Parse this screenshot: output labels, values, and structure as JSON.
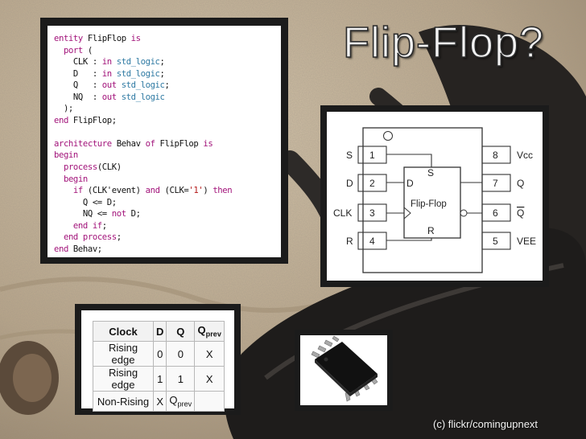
{
  "slide": {
    "title": "Flip-Flop?",
    "credit": "(c) flickr/comingupnext"
  },
  "code": {
    "lines": [
      [
        {
          "t": "entity ",
          "c": "kw"
        },
        {
          "t": "FlipFlop "
        },
        {
          "t": "is",
          "c": "kw"
        }
      ],
      [
        {
          "t": "  "
        },
        {
          "t": "port",
          "c": "kw"
        },
        {
          "t": " ("
        }
      ],
      [
        {
          "t": "    CLK : "
        },
        {
          "t": "in",
          "c": "kw"
        },
        {
          "t": " "
        },
        {
          "t": "std_logic",
          "c": "ty"
        },
        {
          "t": ";"
        }
      ],
      [
        {
          "t": "    D   : "
        },
        {
          "t": "in",
          "c": "kw"
        },
        {
          "t": " "
        },
        {
          "t": "std_logic",
          "c": "ty"
        },
        {
          "t": ";"
        }
      ],
      [
        {
          "t": "    Q   : "
        },
        {
          "t": "out",
          "c": "kw"
        },
        {
          "t": " "
        },
        {
          "t": "std_logic",
          "c": "ty"
        },
        {
          "t": ";"
        }
      ],
      [
        {
          "t": "    NQ  : "
        },
        {
          "t": "out",
          "c": "kw"
        },
        {
          "t": " "
        },
        {
          "t": "std_logic",
          "c": "ty"
        }
      ],
      [
        {
          "t": "  );"
        }
      ],
      [
        {
          "t": "end",
          "c": "kw"
        },
        {
          "t": " FlipFlop;"
        }
      ],
      [
        {
          "t": ""
        }
      ],
      [
        {
          "t": "architecture",
          "c": "kw"
        },
        {
          "t": " Behav "
        },
        {
          "t": "of",
          "c": "kw"
        },
        {
          "t": " FlipFlop "
        },
        {
          "t": "is",
          "c": "kw"
        }
      ],
      [
        {
          "t": "begin",
          "c": "kw"
        }
      ],
      [
        {
          "t": "  "
        },
        {
          "t": "process",
          "c": "kw"
        },
        {
          "t": "(CLK)"
        }
      ],
      [
        {
          "t": "  "
        },
        {
          "t": "begin",
          "c": "kw"
        }
      ],
      [
        {
          "t": "    "
        },
        {
          "t": "if",
          "c": "kw"
        },
        {
          "t": " (CLK'event) "
        },
        {
          "t": "and",
          "c": "kw"
        },
        {
          "t": " (CLK="
        },
        {
          "t": "'1'",
          "c": "lit"
        },
        {
          "t": ") "
        },
        {
          "t": "then",
          "c": "kw"
        }
      ],
      [
        {
          "t": "      Q <= D;"
        }
      ],
      [
        {
          "t": "      NQ <= "
        },
        {
          "t": "not",
          "c": "kw"
        },
        {
          "t": " D;"
        }
      ],
      [
        {
          "t": "    "
        },
        {
          "t": "end if",
          "c": "kw"
        },
        {
          "t": ";"
        }
      ],
      [
        {
          "t": "  "
        },
        {
          "t": "end process",
          "c": "kw"
        },
        {
          "t": ";"
        }
      ],
      [
        {
          "t": "end",
          "c": "kw"
        },
        {
          "t": " Behav;"
        }
      ]
    ]
  },
  "pinout": {
    "chip_label": "Flip-Flop",
    "inner_labels": {
      "d": "D",
      "s": "S",
      "r": "R"
    },
    "left_pins": [
      {
        "label": "S",
        "num": "1"
      },
      {
        "label": "D",
        "num": "2"
      },
      {
        "label": "CLK",
        "num": "3"
      },
      {
        "label": "R",
        "num": "4"
      }
    ],
    "right_pins": [
      {
        "num": "8",
        "label": "Vcc"
      },
      {
        "num": "7",
        "label": "Q"
      },
      {
        "num": "6",
        "label": "Q"
      },
      {
        "num": "5",
        "label": "VEE"
      }
    ]
  },
  "truth_table": {
    "headers": [
      "Clock",
      "D",
      "Q",
      "Qprev"
    ],
    "rows": [
      [
        "Rising edge",
        "0",
        "0",
        "X"
      ],
      [
        "Rising edge",
        "1",
        "1",
        "X"
      ],
      [
        "Non-Rising",
        "X",
        "Qprev",
        ""
      ]
    ]
  },
  "colors": {
    "keyword": "#a2137a",
    "type": "#2f7aa3",
    "literal": "#b31818",
    "panel_border": "#1b1b1b",
    "sand": "#b9a68a"
  }
}
